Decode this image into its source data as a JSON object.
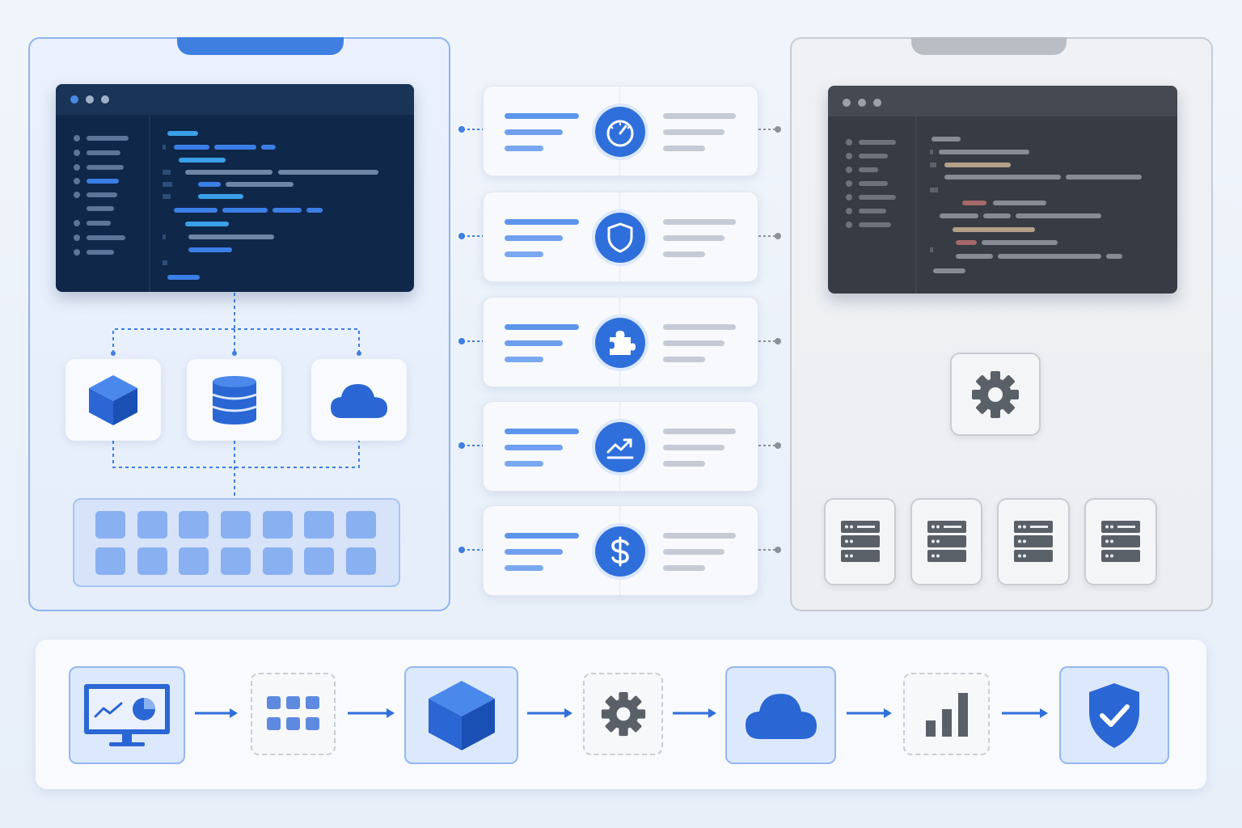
{
  "colors": {
    "accent": "#2f6fdb",
    "accent_light": "#8fb4ee",
    "legacy_grey": "#5a6068",
    "background": "#eef3fa"
  },
  "modern_panel": {
    "editor_icon": "code-editor-icon",
    "service_cards": [
      {
        "icon": "cube-icon"
      },
      {
        "icon": "database-icon"
      },
      {
        "icon": "cloud-icon"
      }
    ],
    "module_grid": {
      "rows": 2,
      "columns": 7
    }
  },
  "features": [
    {
      "icon": "speedometer-icon"
    },
    {
      "icon": "shield-icon"
    },
    {
      "icon": "puzzle-icon"
    },
    {
      "icon": "trending-up-icon"
    },
    {
      "icon": "dollar-icon"
    }
  ],
  "legacy_panel": {
    "editor_icon": "code-editor-icon",
    "hub_icon": "gear-icon",
    "servers": [
      {
        "icon": "server-icon"
      },
      {
        "icon": "server-icon"
      },
      {
        "icon": "server-icon"
      },
      {
        "icon": "server-icon"
      }
    ]
  },
  "pipeline": [
    {
      "icon": "monitor-analytics-icon",
      "style": "solid"
    },
    {
      "icon": "grid-icon",
      "style": "dashed"
    },
    {
      "icon": "cube-icon",
      "style": "solid"
    },
    {
      "icon": "gear-icon",
      "style": "dashed"
    },
    {
      "icon": "cloud-icon",
      "style": "solid"
    },
    {
      "icon": "bar-chart-icon",
      "style": "dashed"
    },
    {
      "icon": "shield-check-icon",
      "style": "solid"
    }
  ]
}
